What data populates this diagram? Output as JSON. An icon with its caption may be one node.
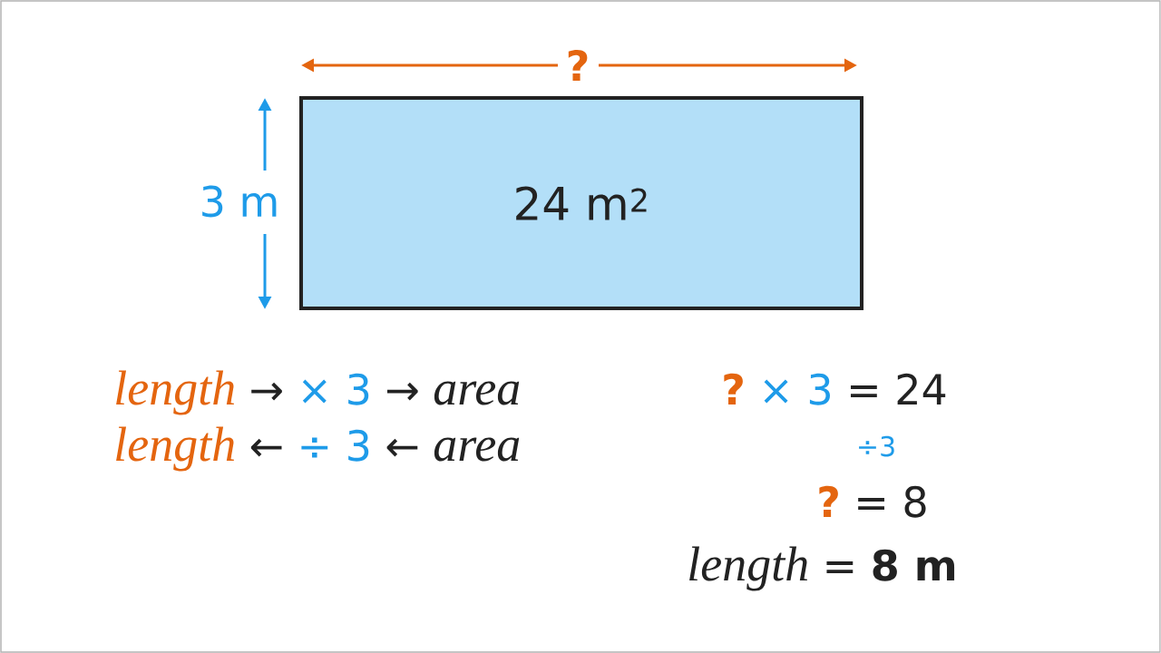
{
  "diagram": {
    "nodes": [
      {
        "text": [
          "24 m$^{2}$"
        ]
      }
    ],
    "labels": [
      "?",
      "3 m",
      "length",
      "→",
      "× 3",
      "→",
      "area",
      "?",
      "× 3",
      "= 24",
      "length",
      "←",
      "÷ 3",
      "←",
      "area",
      "÷3",
      "?",
      "= 8",
      "length",
      "= **8 m**"
    ]
  }
}
